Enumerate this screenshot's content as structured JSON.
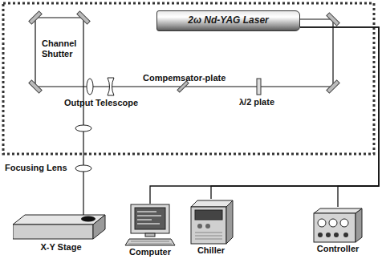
{
  "diagram": {
    "nodes": [
      {
        "text": [
          "2ω Nd-YAG Laser"
        ]
      },
      {
        "text": [
          "X-Y Stage"
        ]
      },
      {
        "text": [
          "Computer"
        ]
      },
      {
        "text": [
          "Chiller"
        ]
      },
      {
        "text": [
          "Controller"
        ]
      }
    ],
    "edges": [
      {
        "from": 0,
        "to": 2,
        "arrow": "none"
      },
      {
        "from": 0,
        "to": 3,
        "arrow": "none"
      },
      {
        "from": 0,
        "to": 4,
        "arrow": "none"
      }
    ],
    "labels": [
      "Channel Shutter",
      "Compemsator-plate",
      "Output Telescope",
      "λ/2 plate",
      "Focusing Lens"
    ]
  }
}
